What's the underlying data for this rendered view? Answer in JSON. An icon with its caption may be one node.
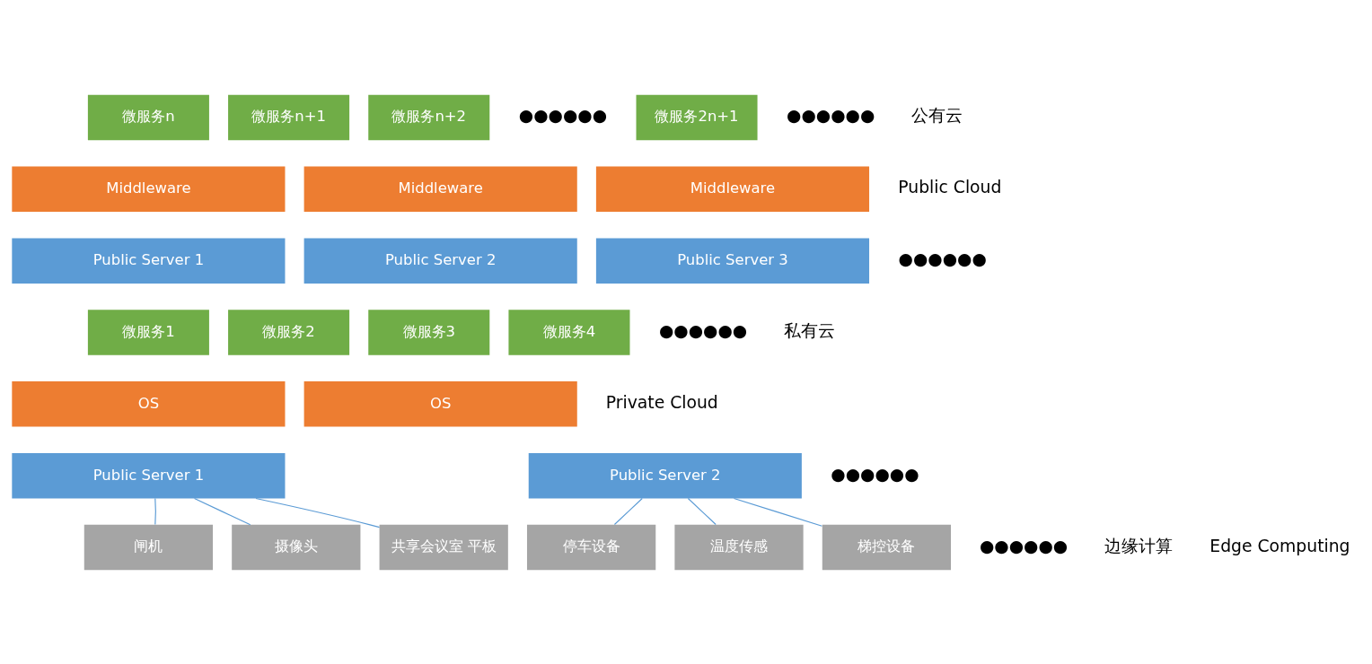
{
  "diagram": {
    "nodes": [
      {
        "text": [
          "微服务n"
        ]
      },
      {
        "text": [
          "微服务n+1"
        ]
      },
      {
        "text": [
          "微服务n+2"
        ]
      },
      {
        "text": [
          "微服务2n+1"
        ]
      },
      {
        "text": [
          "Middleware"
        ]
      },
      {
        "text": [
          "Middleware"
        ]
      },
      {
        "text": [
          "Middleware"
        ]
      },
      {
        "text": [
          "Public Server 1"
        ]
      },
      {
        "text": [
          "Public Server 2"
        ]
      },
      {
        "text": [
          "Public Server 3"
        ]
      },
      {
        "text": [
          "微服务1"
        ]
      },
      {
        "text": [
          "微服务2"
        ]
      },
      {
        "text": [
          "微服务3"
        ]
      },
      {
        "text": [
          "微服务4"
        ]
      },
      {
        "text": [
          "OS"
        ]
      },
      {
        "text": [
          "OS"
        ]
      },
      {
        "text": [
          "Public Server 1"
        ]
      },
      {
        "text": [
          "Public Server 2"
        ]
      },
      {
        "text": [
          "闸机"
        ]
      },
      {
        "text": [
          "摄像头"
        ]
      },
      {
        "text": [
          "共享会议室 平板"
        ]
      },
      {
        "text": [
          "停车设备"
        ]
      },
      {
        "text": [
          "温度传感"
        ]
      },
      {
        "text": [
          "梯控设备"
        ]
      }
    ],
    "edges": [
      {
        "from": 16,
        "to": 18,
        "arrow": "none"
      },
      {
        "from": 16,
        "to": 19,
        "arrow": "none"
      },
      {
        "from": 16,
        "to": 20,
        "arrow": "none"
      },
      {
        "from": 17,
        "to": 21,
        "arrow": "none"
      },
      {
        "from": 17,
        "to": 22,
        "arrow": "none"
      },
      {
        "from": 17,
        "to": 23,
        "arrow": "none"
      }
    ],
    "labels": [
      "●●●●●●",
      "●●●●●●",
      "公有云",
      "Public Cloud",
      "●●●●●●",
      "●●●●●●",
      "私有云",
      "Private Cloud",
      "●●●●●●",
      "●●●●●●",
      "边缘计算",
      "Edge Computing"
    ]
  }
}
